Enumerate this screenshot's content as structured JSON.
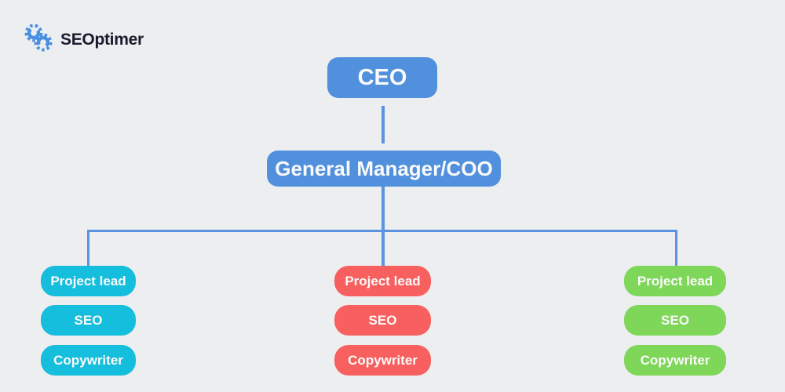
{
  "background_color": "#edeef0",
  "logo": {
    "text": "SEOptimer",
    "icon": "seoptimer-gears-icon",
    "icon_color": "#4a90e2",
    "text_color": "#1b1a2e"
  },
  "org_chart": {
    "connector_color": "#5b93de",
    "node_text_color": "#fafafa",
    "root": {
      "label": "CEO",
      "color": "#5190dc"
    },
    "manager": {
      "label": "General Manager/COO",
      "color": "#5190dc"
    },
    "teams": [
      {
        "name": "team-cyan",
        "color": "#14bedc",
        "roles": [
          "Project lead",
          "SEO",
          "Copywriter"
        ]
      },
      {
        "name": "team-red",
        "color": "#f85f5f",
        "roles": [
          "Project lead",
          "SEO",
          "Copywriter"
        ]
      },
      {
        "name": "team-green",
        "color": "#7ed758",
        "roles": [
          "Project lead",
          "SEO",
          "Copywriter"
        ]
      }
    ]
  }
}
